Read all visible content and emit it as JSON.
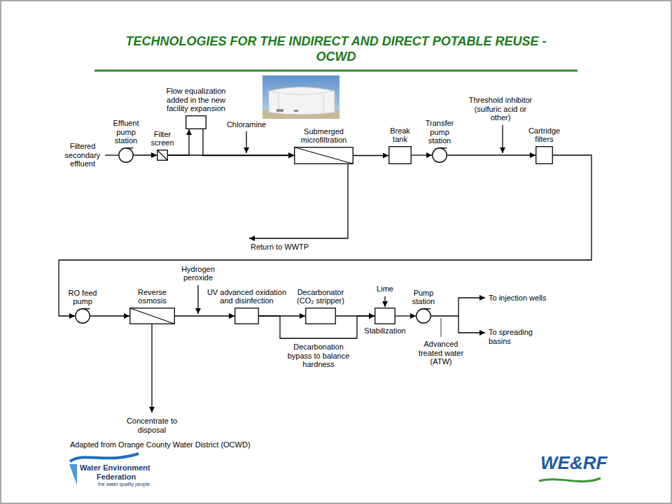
{
  "diagram": {
    "title": "TECHNOLOGIES FOR THE INDIRECT AND DIRECT POTABLE REUSE - OCWD",
    "nodes": [
      {
        "text": [
          "Effluent pump station"
        ]
      },
      {
        "text": [
          "Filter screen"
        ]
      },
      {
        "text": [
          "Flow equalization added in the new facility expansion"
        ]
      },
      {
        "text": [
          "Submerged microfiltration"
        ]
      },
      {
        "text": [
          "Break tank"
        ]
      },
      {
        "text": [
          "Transfer pump station"
        ]
      },
      {
        "text": [
          "Cartridge filters"
        ]
      },
      {
        "text": [
          "RO feed pump"
        ]
      },
      {
        "text": [
          "Reverse osmosis"
        ]
      },
      {
        "text": [
          "UV advanced oxidation and disinfection"
        ]
      },
      {
        "text": [
          "Decarbonator (CO₂ stripper)"
        ]
      },
      {
        "text": [
          "Stabilization"
        ]
      },
      {
        "text": [
          "Pump station"
        ]
      }
    ],
    "edges": [
      {
        "from": 0,
        "to": 1,
        "arrow": "to"
      },
      {
        "from": 1,
        "to": 3,
        "arrow": "to"
      },
      {
        "from": 1,
        "to": 2,
        "arrow": "to"
      },
      {
        "from": 2,
        "to": 3,
        "arrow": "to"
      },
      {
        "from": 3,
        "to": 4,
        "arrow": "to"
      },
      {
        "from": 4,
        "to": 5,
        "arrow": "to"
      },
      {
        "from": 5,
        "to": 6,
        "arrow": "to"
      },
      {
        "from": 6,
        "to": 7,
        "arrow": "to"
      },
      {
        "from": 7,
        "to": 8,
        "arrow": "to"
      },
      {
        "from": 8,
        "to": 9,
        "arrow": "to"
      },
      {
        "from": 9,
        "to": 10,
        "arrow": "to"
      },
      {
        "from": 10,
        "to": 11,
        "arrow": "to"
      },
      {
        "from": 9,
        "to": 11,
        "label": "Decarbonation bypass to balance hardness",
        "arrow": "to"
      },
      {
        "from": 11,
        "to": 12,
        "arrow": "to"
      }
    ],
    "labels": [
      "Filtered secondary effluent",
      "Chloramine",
      "Return to WWTP",
      "Threshold inhibitor (sulfuric acid or other)",
      "Hydrogen peroxide",
      "Concentrate to disposal",
      "Lime",
      "Advanced treated water (ATW)",
      "To injection wells",
      "To spreading basins",
      "Adapted from Orange County Water District (OCWD)",
      "Water Environment",
      "Federation",
      "the water quality people",
      "WE&RF"
    ]
  }
}
